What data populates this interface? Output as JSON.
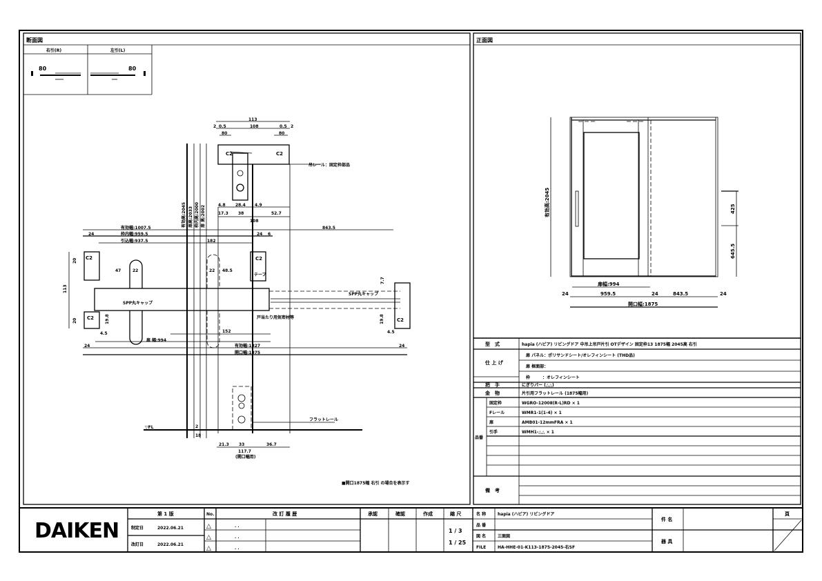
{
  "section": {
    "title": "断面図",
    "legend_right": "右引(R)",
    "legend_left": "左引(L)",
    "legend_mark": "80",
    "dims": {
      "top_113": "113",
      "top_0_5a": "0.5",
      "top_108": "108",
      "top_0_5b": "0.5",
      "top_2a": "2",
      "top_2b": "2",
      "top_80a": "80",
      "top_80b": "80",
      "top_c2a": "C2",
      "top_c2b": "C2",
      "top_4_8": "4.8",
      "top_28_4": "28.4",
      "top_4_9": "4.9",
      "top_17_3": "17.3",
      "top_38": "38",
      "top_52_7": "52.7",
      "top_108b": "108",
      "vh_2045": "有効高:2045",
      "vh_2033": "扉高:2033",
      "vh_2000": "枠内高:2000",
      "vh_2002": "扉 高:2002",
      "w_1007": "有効幅:1007.5",
      "w_959": "枠内幅:959.5",
      "w_937": "引込幅:937.5",
      "w_843": "843.5",
      "w_24a": "24",
      "w_24b": "24",
      "w_6": "6",
      "w_182": "182",
      "w_994": "扉 幅:994",
      "w_152": "152",
      "w_1827": "有効幅:1827",
      "w_1875": "開口幅:1875",
      "w_24c": "24",
      "w_24d": "24",
      "h_113": "113",
      "h_20a": "20",
      "h_20b": "20",
      "h_47": "47",
      "h_22a": "22",
      "h_22b": "22",
      "h_48_5": "48.5",
      "h_4_5a": "4.5",
      "h_4_5b": "4.5",
      "h_7_7": "7.7",
      "h_19_8a": "19.8",
      "h_19_8b": "19.8",
      "c2_1": "C2",
      "c2_2": "C2",
      "c2_3": "C2",
      "c2_4": "C2",
      "bot_21_3": "21.3",
      "bot_33": "33",
      "bot_36_7": "36.7",
      "bot_117": "117.7",
      "bot_note": "(開口幅用)",
      "bot_18": "18",
      "bot_2": "2"
    },
    "labels": {
      "rail": "吊レール：固定枠部品",
      "cap_left": "SPP丸キャップ",
      "cap_right": "SPP丸キャップ",
      "tape": "テープ",
      "seal": "戸当たり用気密材等",
      "flat_rail": "フラットレール",
      "fl": "▽FL",
      "note": "■開口1875幅 右引 の場合を表示す"
    }
  },
  "front": {
    "title": "正面図",
    "height": "有効高:2045",
    "dim_425": "425",
    "dim_645": "645.5",
    "door_width": "扉幅:994",
    "d24a": "24",
    "d959": "959.5",
    "d24b": "24",
    "d843": "843.5",
    "d24c": "24",
    "opening": "開口幅:1875"
  },
  "spec": {
    "type_label": "型　式",
    "type_value": "hapia (ハピア) リビングドア 中吊上吊戸片引 OTデザイン 固定枠13 1875幅 2045高 右引",
    "finish_label": "仕 上 げ",
    "finish_rows": [
      "扉 パネル：ポリサンドシート/オレフィンシート (THD品)",
      "扉 框面部：",
      "枠　　　：オレフィンシート"
    ],
    "handle_label": "把　手",
    "handle_value": "にぎりバー (△△)",
    "hardware_label": "金　物",
    "hardware_value": "片引用フラットレール (1875幅用)",
    "parts_label": "品番",
    "parts": [
      {
        "name": "固定枠",
        "value": "WGRO-1200Ⅱ(R-L)RD × 1"
      },
      {
        "name": "Fレール",
        "value": "WMR1-1(1-4) × 1"
      },
      {
        "name": "扉",
        "value": "AMB01-12mmFRA × 1"
      },
      {
        "name": "引手",
        "value": "WMH1-△△ × 1"
      }
    ],
    "remarks_label": "備　考"
  },
  "titleblock": {
    "logo": "DAIKEN",
    "edition": "第 1 版",
    "established_label": "制定日",
    "established_date": "2022.06.21",
    "revised_label": "改訂日",
    "revised_date": "2022.06.21",
    "no_label": "No.",
    "rev_mark": "△",
    "rev_dots": ". .",
    "history_label": "改 訂 履 歴",
    "approve_label": "承認",
    "check_label": "確認",
    "create_label": "作成",
    "scale_label": "縮 尺",
    "scale_1": "1 / 3",
    "scale_2": "1 / 25",
    "name_label": "名 称",
    "name_value": "hapia (ハピア) リビングドア",
    "part_label": "品 番",
    "drawing_label": "図 名",
    "drawing_value": "三面図",
    "file_label": "FILE",
    "file_value": "HA-HHE-01-K113-1875-2045-右SF",
    "subject_label": "件 名",
    "fixture_label": "器 具",
    "page_label": "頁"
  }
}
